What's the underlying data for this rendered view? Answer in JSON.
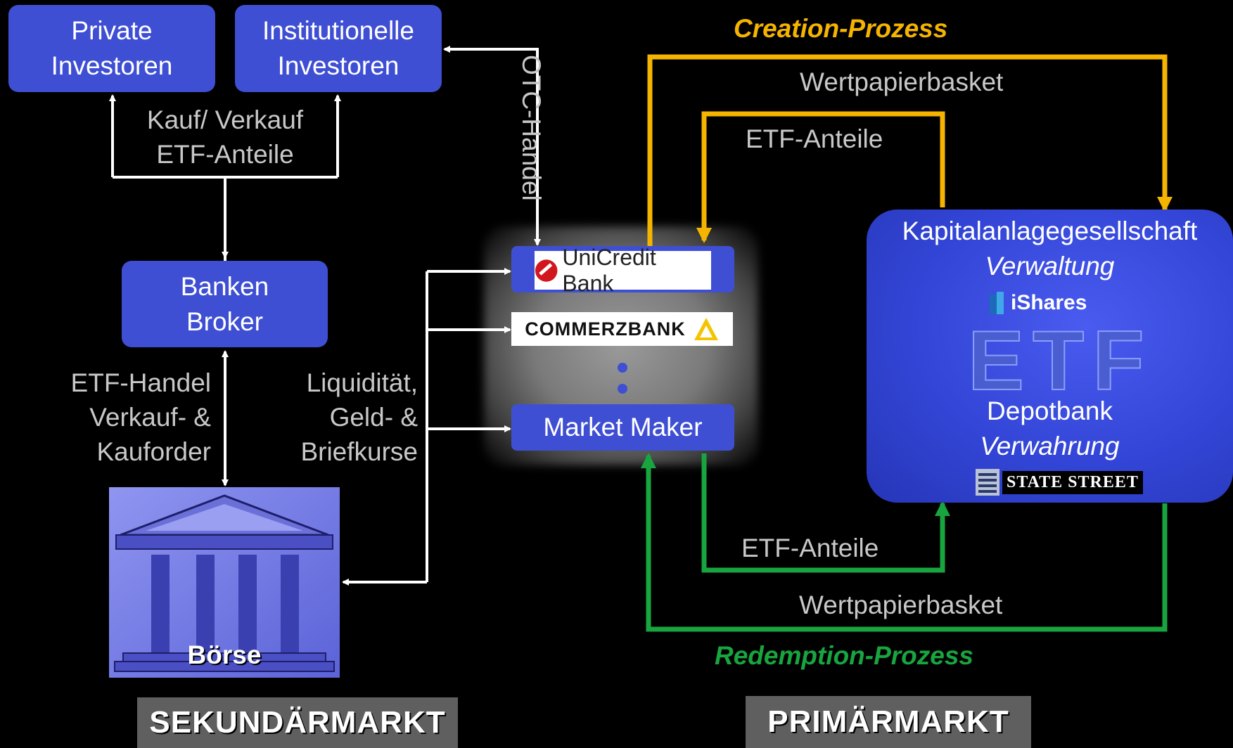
{
  "boxes": {
    "private": [
      "Private",
      "Investoren"
    ],
    "institutional": [
      "Institutionelle",
      "Investoren"
    ],
    "banks": [
      "Banken",
      "Broker"
    ],
    "market_maker": "Market Maker",
    "kag": {
      "title": "Kapitalanlagegesellschaft",
      "role": "Verwaltung",
      "logo_text": "iShares",
      "depot": "Depotbank",
      "depot_role": "Verwahrung",
      "depot_logo": "STATE STREET",
      "etf_mark": "ETF"
    },
    "exchange": "Börse"
  },
  "logos": {
    "unicredit": "UniCredit Bank",
    "commerzbank": "COMMERZBANK"
  },
  "labels": {
    "buy_sell": [
      "Kauf/ Verkauf",
      "ETF-Anteile"
    ],
    "otc": "OTC-Handel",
    "etf_trade": [
      "ETF-Handel",
      "Verkauf- &",
      "Kauforder"
    ],
    "liquidity": [
      "Liquidität,",
      "Geld- &",
      "Briefkurse"
    ],
    "creation_basket": "Wertpapierbasket",
    "creation_shares": "ETF-Anteile",
    "redemption_shares": "ETF-Anteile",
    "redemption_basket": "Wertpapierbasket"
  },
  "processes": {
    "creation": "Creation-Prozess",
    "redemption": "Redemption-Prozess"
  },
  "markets": {
    "secondary": "SEKUNDÄRMARKT",
    "primary": "PRIMÄRMARKT"
  },
  "colors": {
    "box": "#3f4fd3",
    "creation": "#f5b400",
    "redemption": "#18a53f",
    "arrows": "#ffffff",
    "label": "#c8c8c8"
  }
}
